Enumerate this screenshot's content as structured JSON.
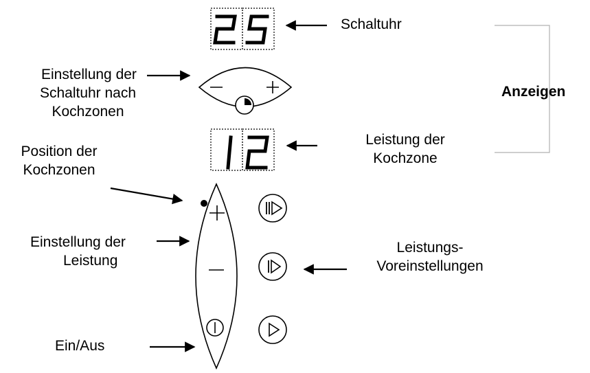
{
  "displays": {
    "timer_digits": [
      "2",
      "5"
    ],
    "power_digits": [
      "1",
      "2"
    ]
  },
  "controls": {
    "timer_slider": {
      "minus_symbol": "−",
      "plus_symbol": "+"
    },
    "power_slider": {
      "plus_symbol": "+",
      "minus_symbol": "−",
      "power_symbol": "power-icon"
    },
    "preset_buttons": [
      "preset-3-icon",
      "preset-2-icon",
      "preset-1-icon"
    ]
  },
  "labels": {
    "schaltuhr": "Schaltuhr",
    "anzeigen": "Anzeigen",
    "einstellung_schaltuhr": [
      "Einstellung der",
      "Schaltuhr nach",
      "Kochzonen"
    ],
    "leistung_kochzone": [
      "Leistung der",
      "Kochzone"
    ],
    "position_kochzonen": [
      "Position der",
      "Kochzonen"
    ],
    "einstellung_leistung": [
      "Einstellung der",
      "Leistung"
    ],
    "leistungs_voreinstellungen": [
      "Leistungs-",
      "Voreinstellungen"
    ],
    "ein_aus": "Ein/Aus"
  },
  "colors": {
    "ink": "#000000",
    "bracket": "#b0b0b0",
    "background": "#ffffff"
  }
}
